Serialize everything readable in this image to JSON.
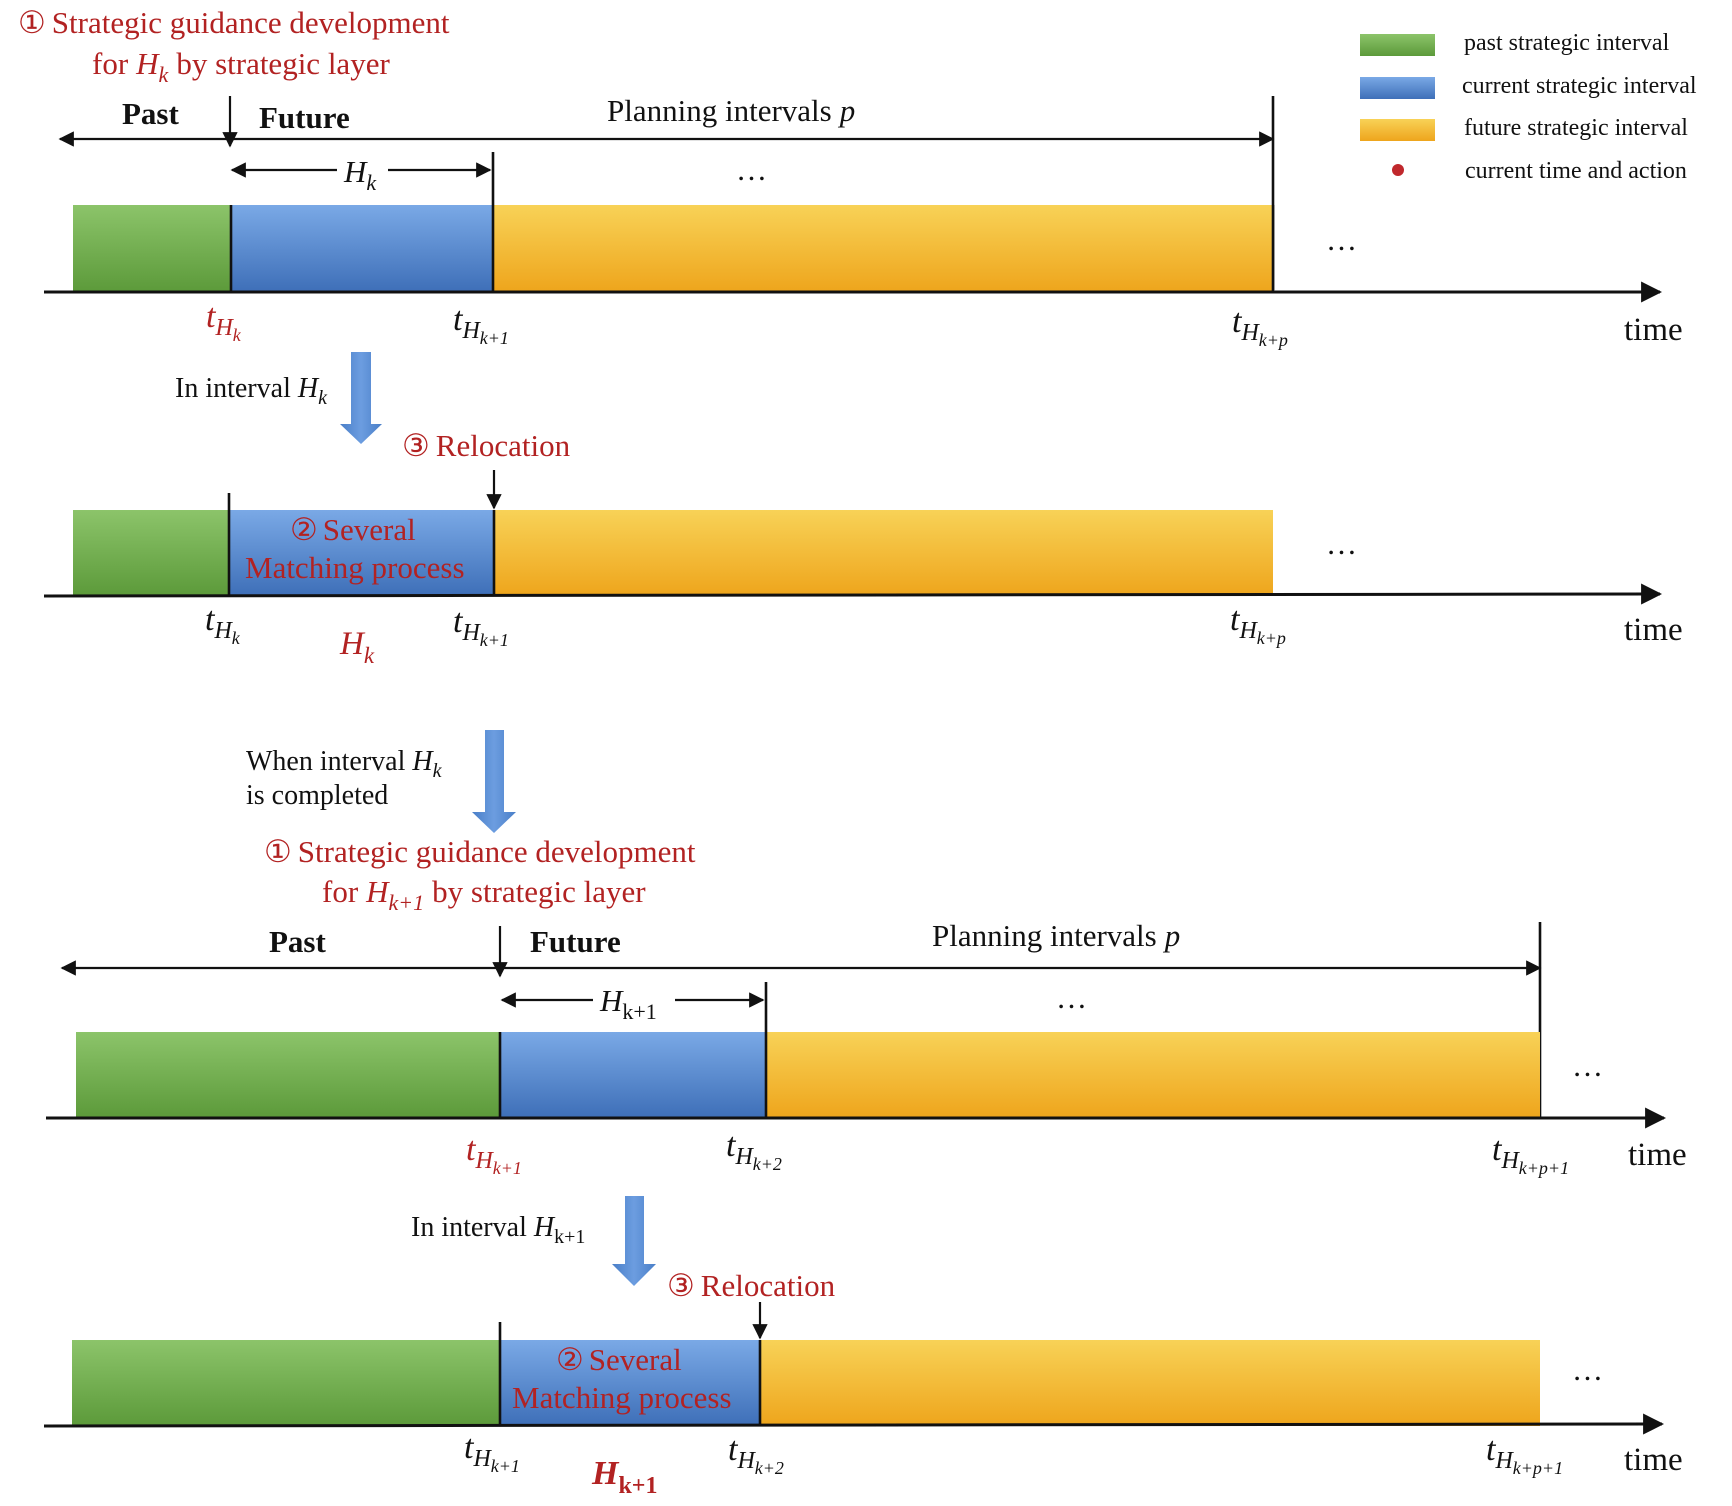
{
  "colors": {
    "past": "#6fa84a",
    "current": "#4a7fc8",
    "future": "#f2b52a",
    "dot": "#c0282c",
    "red_text": "#b22222",
    "big_arrow": "#5b8fd6"
  },
  "legend": {
    "past": "past strategic interval",
    "current": "current strategic interval",
    "future": "future strategic interval",
    "dot": "current time and action"
  },
  "common": {
    "time": "time",
    "past": "Past",
    "future": "Future",
    "planning": "Planning intervals",
    "p": "p",
    "dots": "…",
    "t": "t",
    "H": "H",
    "num1": "①",
    "num2": "②",
    "num3": "③",
    "guidance": "Strategic guidance development",
    "for": "for",
    "by_layer": "by strategic layer",
    "relocation": "Relocation",
    "several": "Several",
    "matching": "Matching process",
    "in_interval": "In interval",
    "when_interval": "When interval",
    "is_completed": "is completed"
  },
  "subs": {
    "k": "k",
    "k1": "k+1",
    "k2": "k+2",
    "kp": "k+p",
    "kp1": "k+p+1"
  }
}
